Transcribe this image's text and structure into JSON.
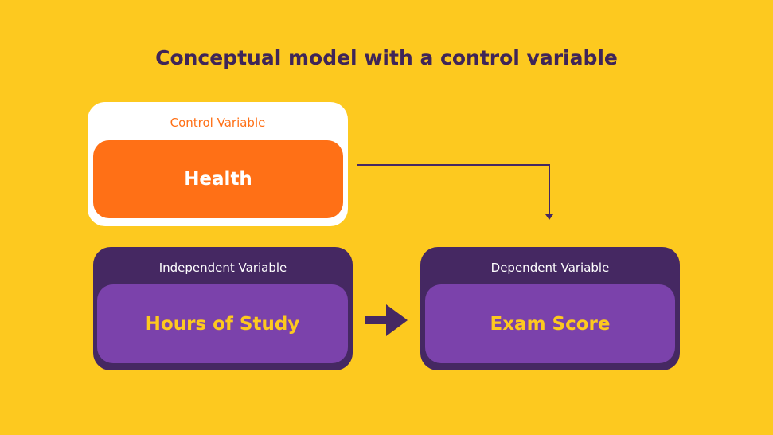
{
  "title": "Conceptual model with a control variable",
  "control": {
    "label": "Control Variable",
    "value": "Health"
  },
  "independent": {
    "label": "Independent Variable",
    "value": "Hours of Study"
  },
  "dependent": {
    "label": "Dependent Variable",
    "value": "Exam Score"
  },
  "colors": {
    "background": "#FDC91F",
    "dark_purple": "#452862",
    "purple": "#7B42AB",
    "orange": "#FF7016",
    "white": "#FFFFFF"
  }
}
